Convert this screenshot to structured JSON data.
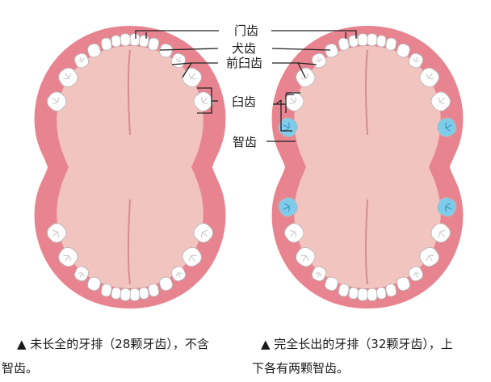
{
  "labels": {
    "incisor": "门齿",
    "canine": "犬齿",
    "premolar": "前臼齿",
    "molar": "臼齿",
    "wisdom": "智齿"
  },
  "captions": {
    "left_line1": "▲ 未长全的牙排（28颗牙齿），不含",
    "left_line2": "智齿。",
    "right_line1": "▲ 完全长出的牙排（32颗牙齿），上",
    "right_line2": "下各有两颗智齿。"
  },
  "colors": {
    "gum": "#e8848f",
    "palate": "#f2c4c0",
    "tooth": "#ffffff",
    "tooth_outline": "#b9b9b9",
    "wisdom_tooth": "#7ecbea",
    "line": "#222222"
  }
}
